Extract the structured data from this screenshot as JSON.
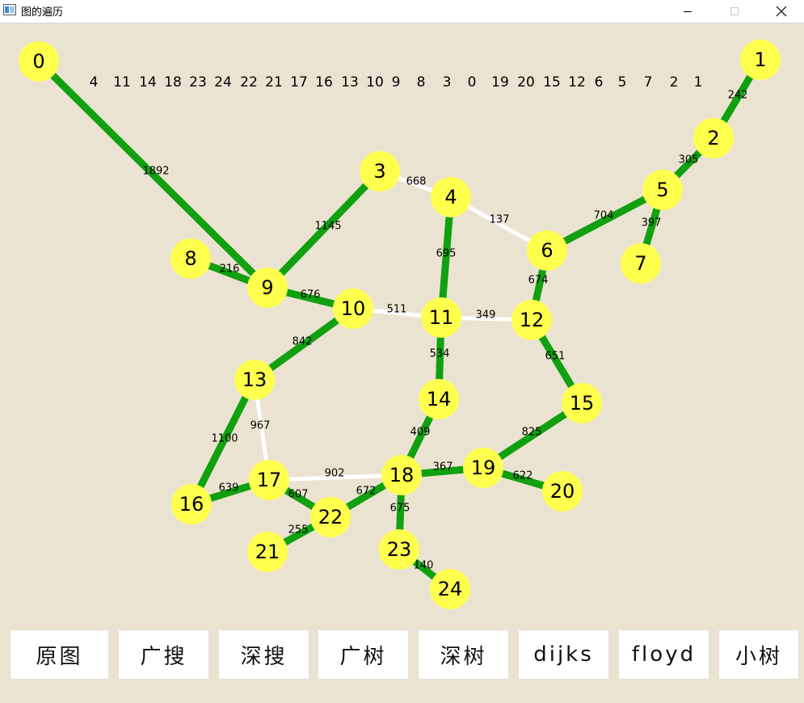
{
  "window": {
    "title": "图的遍历"
  },
  "visit_order": [
    "4",
    "11",
    "14",
    "18",
    "23",
    "24",
    "22",
    "21",
    "17",
    "16",
    "13",
    "10",
    "9",
    "8",
    "3",
    "0",
    "19",
    "20",
    "15",
    "12",
    "6",
    "5",
    "7",
    "2",
    "1"
  ],
  "nodes": [
    {
      "id": "0",
      "label": "0"
    },
    {
      "id": "1",
      "label": "1"
    },
    {
      "id": "2",
      "label": "2"
    },
    {
      "id": "3",
      "label": "3"
    },
    {
      "id": "4",
      "label": "4"
    },
    {
      "id": "5",
      "label": "5"
    },
    {
      "id": "6",
      "label": "6"
    },
    {
      "id": "7",
      "label": "7"
    },
    {
      "id": "8",
      "label": "8"
    },
    {
      "id": "9",
      "label": "9"
    },
    {
      "id": "10",
      "label": "10"
    },
    {
      "id": "11",
      "label": "11"
    },
    {
      "id": "12",
      "label": "12"
    },
    {
      "id": "13",
      "label": "13"
    },
    {
      "id": "14",
      "label": "14"
    },
    {
      "id": "15",
      "label": "15"
    },
    {
      "id": "16",
      "label": "16"
    },
    {
      "id": "17",
      "label": "17"
    },
    {
      "id": "18",
      "label": "18"
    },
    {
      "id": "19",
      "label": "19"
    },
    {
      "id": "20",
      "label": "20"
    },
    {
      "id": "21",
      "label": "21"
    },
    {
      "id": "22",
      "label": "22"
    },
    {
      "id": "23",
      "label": "23"
    },
    {
      "id": "24",
      "label": "24"
    }
  ],
  "edges": [
    {
      "from": "0",
      "to": "9",
      "weight": "1892",
      "in_tree": true
    },
    {
      "from": "1",
      "to": "2",
      "weight": "242",
      "in_tree": true
    },
    {
      "from": "2",
      "to": "5",
      "weight": "305",
      "in_tree": true
    },
    {
      "from": "5",
      "to": "7",
      "weight": "397",
      "in_tree": true
    },
    {
      "from": "5",
      "to": "6",
      "weight": "704",
      "in_tree": true
    },
    {
      "from": "3",
      "to": "4",
      "weight": "668",
      "in_tree": false
    },
    {
      "from": "4",
      "to": "6",
      "weight": "137",
      "in_tree": false
    },
    {
      "from": "3",
      "to": "9",
      "weight": "1145",
      "in_tree": true
    },
    {
      "from": "8",
      "to": "9",
      "weight": "216",
      "in_tree": true
    },
    {
      "from": "9",
      "to": "10",
      "weight": "676",
      "in_tree": true
    },
    {
      "from": "4",
      "to": "11",
      "weight": "695",
      "in_tree": true
    },
    {
      "from": "6",
      "to": "12",
      "weight": "674",
      "in_tree": true
    },
    {
      "from": "10",
      "to": "11",
      "weight": "511",
      "in_tree": false
    },
    {
      "from": "11",
      "to": "12",
      "weight": "349",
      "in_tree": false
    },
    {
      "from": "11",
      "to": "14",
      "weight": "534",
      "in_tree": true
    },
    {
      "from": "12",
      "to": "15",
      "weight": "651",
      "in_tree": true
    },
    {
      "from": "10",
      "to": "13",
      "weight": "842",
      "in_tree": true
    },
    {
      "from": "13",
      "to": "17",
      "weight": "967",
      "in_tree": false
    },
    {
      "from": "13",
      "to": "16",
      "weight": "1100",
      "in_tree": true
    },
    {
      "from": "14",
      "to": "18",
      "weight": "409",
      "in_tree": true
    },
    {
      "from": "15",
      "to": "19",
      "weight": "825",
      "in_tree": true
    },
    {
      "from": "16",
      "to": "17",
      "weight": "639",
      "in_tree": true
    },
    {
      "from": "17",
      "to": "18",
      "weight": "902",
      "in_tree": false
    },
    {
      "from": "18",
      "to": "19",
      "weight": "367",
      "in_tree": true
    },
    {
      "from": "19",
      "to": "20",
      "weight": "622",
      "in_tree": true
    },
    {
      "from": "17",
      "to": "22",
      "weight": "607",
      "in_tree": true
    },
    {
      "from": "22",
      "to": "18",
      "weight": "672",
      "in_tree": true
    },
    {
      "from": "18",
      "to": "23",
      "weight": "675",
      "in_tree": true
    },
    {
      "from": "21",
      "to": "22",
      "weight": "255",
      "in_tree": true
    },
    {
      "from": "23",
      "to": "24",
      "weight": "140",
      "in_tree": true
    }
  ],
  "colors": {
    "node_fill": "#ffff4d",
    "tree_edge": "#10a010",
    "other_edge": "#ffffff",
    "background": "#ebe3d1"
  },
  "buttons": [
    {
      "id": "original",
      "label": "原图"
    },
    {
      "id": "bfs",
      "label": "广搜"
    },
    {
      "id": "dfs",
      "label": "深搜"
    },
    {
      "id": "bfs_tree",
      "label": "广树"
    },
    {
      "id": "dfs_tree",
      "label": "深树"
    },
    {
      "id": "dijkstra",
      "label": "dijks"
    },
    {
      "id": "floyd",
      "label": "floyd"
    },
    {
      "id": "mst",
      "label": "小树"
    }
  ]
}
